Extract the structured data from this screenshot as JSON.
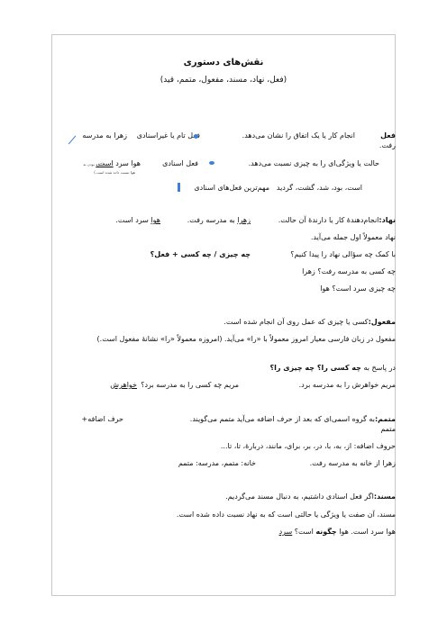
{
  "doc": {
    "title": "نقش‌های دستوری",
    "subtitle": "(فعل، نهاد، مسند، مفعول، متمم، قید)"
  },
  "fel": {
    "heading": "فعل",
    "def": "انجام کار یا یک اتفاق را نشان می‌دهد.",
    "type1": "فعل تام یا غیراسنادی",
    "ex1": "زهرا به مدرسه",
    "ex1_cont": "رفت.",
    "def2": "حالت یا ویژگی‌ای را به چیزی نسبت می‌دهد.",
    "type2": "فعل اسنادی",
    "ex2_pre": "هوا سرد",
    "ex2_verb": "است.",
    "ex2_note": "(سرد بودن به",
    "ex2_note2": "هوا نسبت داده شده است.)",
    "list_label": "مهم‌ترین فعل‌های اسنادی",
    "list": "است، بود، شد، گشت، گردید"
  },
  "nahad": {
    "heading": "نهاد:",
    "def": "انجام‌دهندهٔ کار یا دارندهٔ آن حالت.",
    "ex1_subj": "زهرا",
    "ex1_rest": "به مدرسه رفت.",
    "ex2_subj": "هوا",
    "ex2_rest": "سرد است.",
    "line2": "نهاد معمولاً اول جمله می‌آید.",
    "line3": "با کمک چه سؤالی نهاد را پیدا کنیم؟",
    "line3_bold": "چه چیزی / چه کسی + فعل؟",
    "q1": "چه کسی به مدرسه رفت؟ زهرا",
    "q2": "چه چیزی سرد است؟ هوا"
  },
  "mafool": {
    "heading": "مفعول:",
    "def": "کسی یا چیزی که عمل روی آن انجام شده است.",
    "line2": "مفعول در زبان فارسی معیار امروز معمولاً با «را» می‌آید. (امروزه معمولاً «را» نشانهٔ مفعول است.)",
    "line3_pre": "در پاسخ به",
    "line3_bold": "چه کسی را؟ چه چیزی را؟",
    "ex": "مریم خواهرش را به مدرسه برد.",
    "q": "مریم چه کسی را به مدرسه برد؟",
    "a": "خواهرش"
  },
  "motammam": {
    "heading": "متمم:",
    "def": "به گروه اسمی‌ای که بعد از حرف اضافه می‌آید متمم می‌گویند.",
    "formula": "حرف اضافه+",
    "formula2": "متمم",
    "line2": "حروف اضافه: از، به، با، در، بر، برای، مانند، دربارهٔ، تا، تا...",
    "ex": "زهرا از خانه به مدرسه رفت.",
    "ans": "خانه: متمم، مدرسه: متمم"
  },
  "mosnad": {
    "heading": "مسند:",
    "def": "اگر فعل اسنادی داشتیم، به دنبال مسند می‌گردیم.",
    "line2": "مسند، آن صفت یا ویژگی یا حالتی است که به نهاد نسبت داده شده است.",
    "ex_pre": "هوا سرد است. هوا",
    "ex_bold": "چگونه",
    "ex_post": "است؟",
    "ans": "سرد"
  }
}
